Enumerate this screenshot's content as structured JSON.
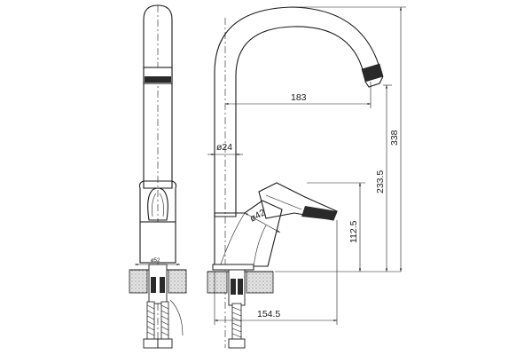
{
  "drawing": {
    "dimensions": {
      "spout_reach": "183",
      "body_height": "338",
      "spout_height": "233.5",
      "lever_height": "112.5",
      "base_length": "154.5",
      "spout_diameter": "ø24",
      "body_diameter": "ø42",
      "base_diameter": "ø52"
    }
  }
}
